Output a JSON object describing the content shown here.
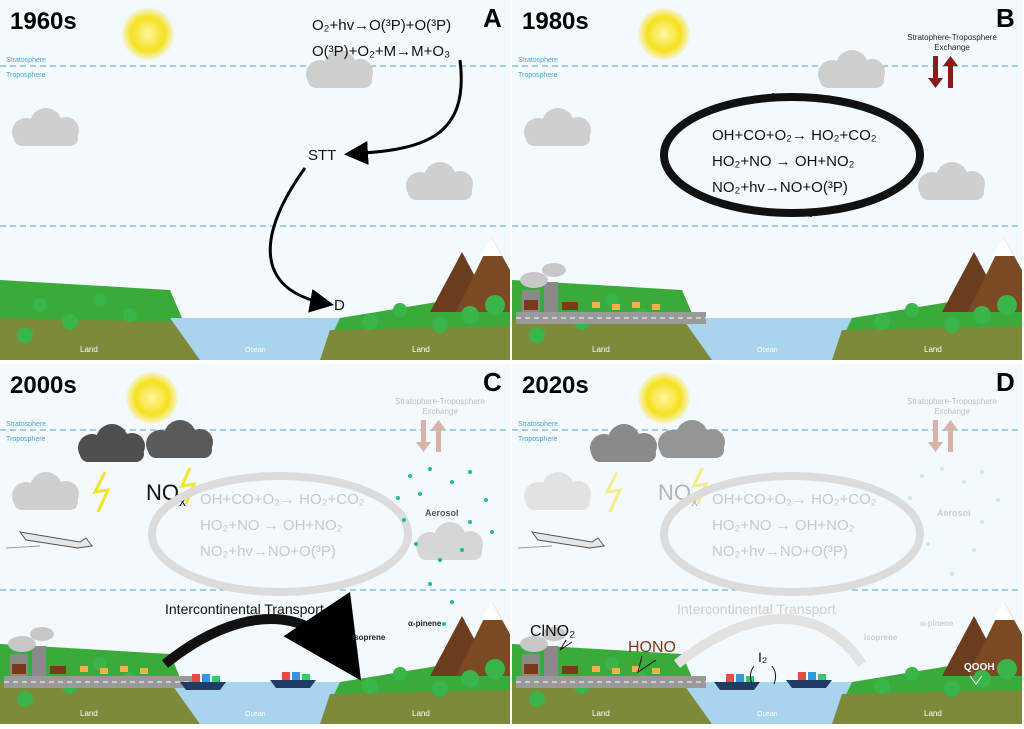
{
  "layers": {
    "strat": "Stratosphere",
    "trop": "Troposphere"
  },
  "labels": {
    "land": "Land",
    "ocean": "Ocean",
    "ste": "Stratophere-Troposphere",
    "exchange": "Exchange",
    "aerosol": "Aerosol",
    "ict": "Intercontinental Transport",
    "isoprene": "Isoprene",
    "apinene": "α-pinene",
    "nox": "NO",
    "nox_sub": "x"
  },
  "panels": {
    "A": {
      "title": "1960s",
      "letter": "A",
      "stt": "STT",
      "d": "D",
      "eq1": "O₂+hv→O(³P)+O(³P)",
      "eq2": "O(³P)+O₂+M→M+O₃"
    },
    "B": {
      "title": "1980s",
      "letter": "B",
      "eq1": "OH+CO+O₂→ HO₂+CO₂",
      "eq2": "HO₂+NO → OH+NO₂",
      "eq3": "NO₂+hv→NO+O(³P)"
    },
    "C": {
      "title": "2000s",
      "letter": "C"
    },
    "D": {
      "title": "2020s",
      "letter": "D",
      "clno2": "ClNO₂",
      "hono": "HONO",
      "i2": "I₂",
      "qooh": "QOOH"
    }
  },
  "colors": {
    "sky": "#f3f9fd",
    "dash": "#4aa3d6",
    "land": "#3aab3a",
    "ocean": "#a9d4ee",
    "cloud": "#6b6b6b",
    "sun": "#f5e11f"
  }
}
